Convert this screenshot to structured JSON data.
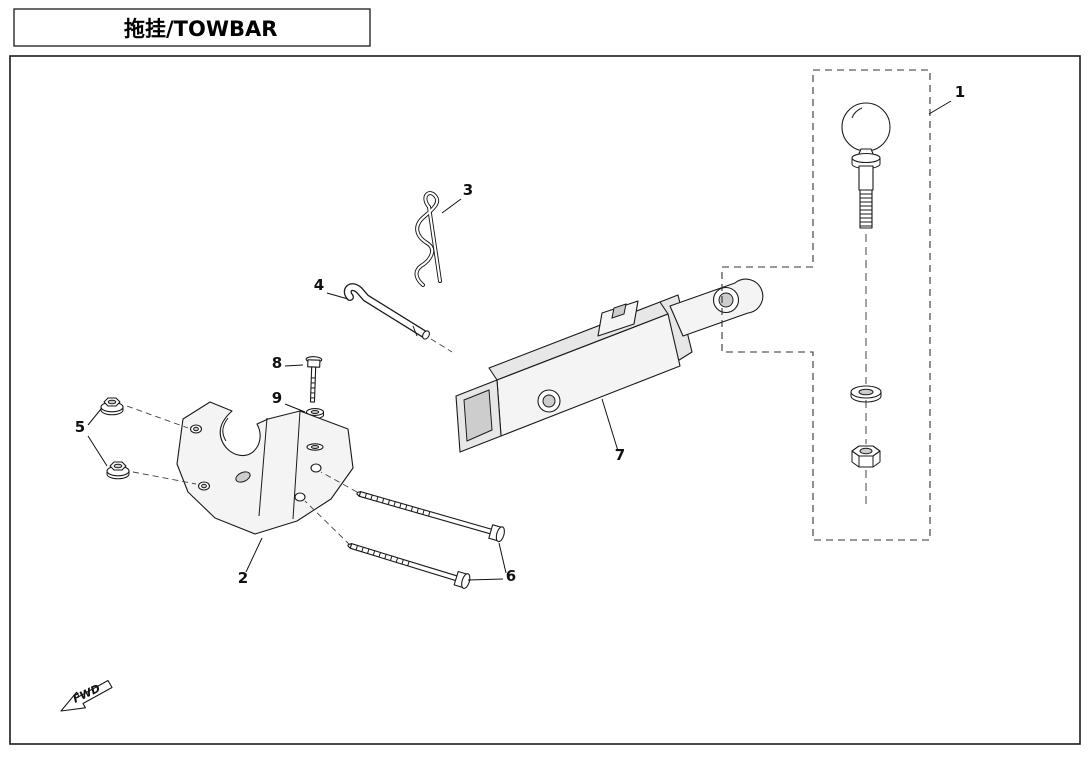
{
  "title": {
    "text": "拖挂/TOWBAR"
  },
  "callouts": {
    "c1": "1",
    "c2": "2",
    "c3": "3",
    "c4": "4",
    "c5": "5",
    "c6": "6",
    "c7": "7",
    "c8": "8",
    "c9": "9"
  },
  "direction": {
    "label": "FWD"
  },
  "colors": {
    "ink": "#1a1a1a",
    "paper": "#ffffff",
    "shade_light": "#f4f4f4",
    "shade_mid": "#e7e7e7",
    "hole_gray": "#cdcdcd"
  }
}
